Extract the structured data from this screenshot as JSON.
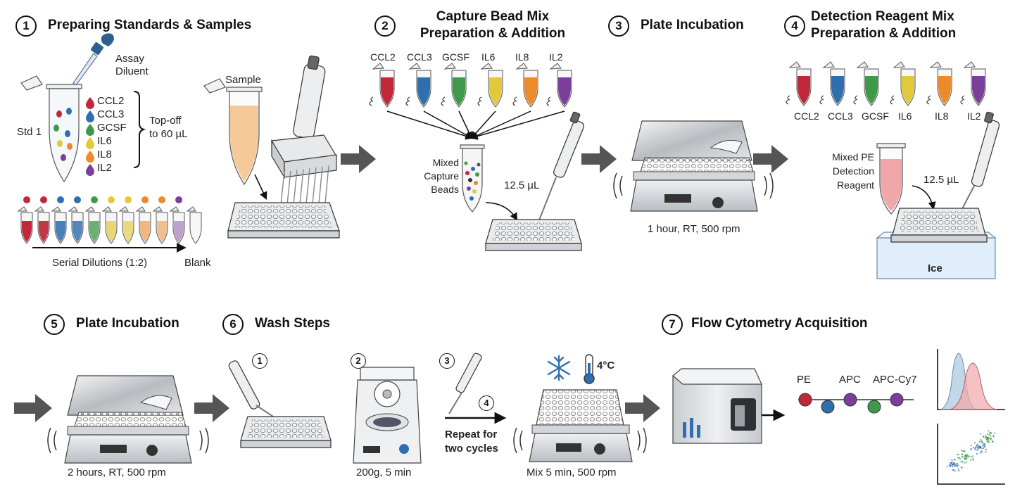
{
  "steps": [
    {
      "num": "1",
      "title": "Preparing Standards & Samples"
    },
    {
      "num": "2",
      "title_line1": "Capture Bead Mix",
      "title_line2": "Preparation & Addition"
    },
    {
      "num": "3",
      "title": "Plate Incubation"
    },
    {
      "num": "4",
      "title_line1": "Detection Reagent Mix",
      "title_line2": "Preparation & Addition"
    },
    {
      "num": "5",
      "title": "Plate Incubation"
    },
    {
      "num": "6",
      "title": "Wash Steps"
    },
    {
      "num": "7",
      "title": "Flow Cytometry Acquisition"
    }
  ],
  "step1": {
    "assay_diluent_line1": "Assay",
    "assay_diluent_line2": "Diluent",
    "std_label": "Std 1",
    "analytes": [
      {
        "name": "CCL2",
        "color": "#c0283a"
      },
      {
        "name": "CCL3",
        "color": "#2f6fb0"
      },
      {
        "name": "GCSF",
        "color": "#3e9a48"
      },
      {
        "name": "IL6",
        "color": "#e2c93c"
      },
      {
        "name": "IL8",
        "color": "#ec8a2c"
      },
      {
        "name": "IL2",
        "color": "#7b3f9a"
      }
    ],
    "topoff_line1": "Top-off",
    "topoff_line2": "to 60 µL",
    "serial_label": "Serial Dilutions (1:2)",
    "blank_label": "Blank",
    "sample_label": "Sample"
  },
  "step2": {
    "tubes": [
      "CCL2",
      "CCL3",
      "GCSF",
      "IL6",
      "IL8",
      "IL2"
    ],
    "mixed_line1": "Mixed",
    "mixed_line2": "Capture",
    "mixed_line3": "Beads",
    "volume": "12.5 µL"
  },
  "step3": {
    "condition": "1 hour, RT, 500 rpm"
  },
  "step4": {
    "tubes": [
      "CCL2",
      "CCL3",
      "GCSF",
      "IL6",
      "IL8",
      "IL2"
    ],
    "mixed_line1": "Mixed PE",
    "mixed_line2": "Detection",
    "mixed_line3": "Reagent",
    "volume": "12.5 µL",
    "ice_label": "Ice"
  },
  "step5": {
    "condition": "2 hours, RT, 500 rpm"
  },
  "step6": {
    "sub1": "1",
    "sub2": "2",
    "sub3": "3",
    "sub4": "4",
    "centrifuge_label": "200g, 5 min",
    "repeat_line1": "Repeat for",
    "repeat_line2": "two cycles",
    "temp_label": "4°C",
    "mix_label": "Mix 5 min, 500 rpm"
  },
  "step7": {
    "channels": [
      "PE",
      "APC",
      "APC-Cy7"
    ]
  },
  "colors": {
    "ccl2": "#c0283a",
    "ccl3": "#2f6fb0",
    "gcsf": "#3e9a48",
    "il6": "#e2c93c",
    "il8": "#ec8a2c",
    "il2": "#7b3f9a",
    "flow_arrow": "#555555",
    "sample": "#f6c99a",
    "pe_reagent": "#f1a7a9"
  }
}
